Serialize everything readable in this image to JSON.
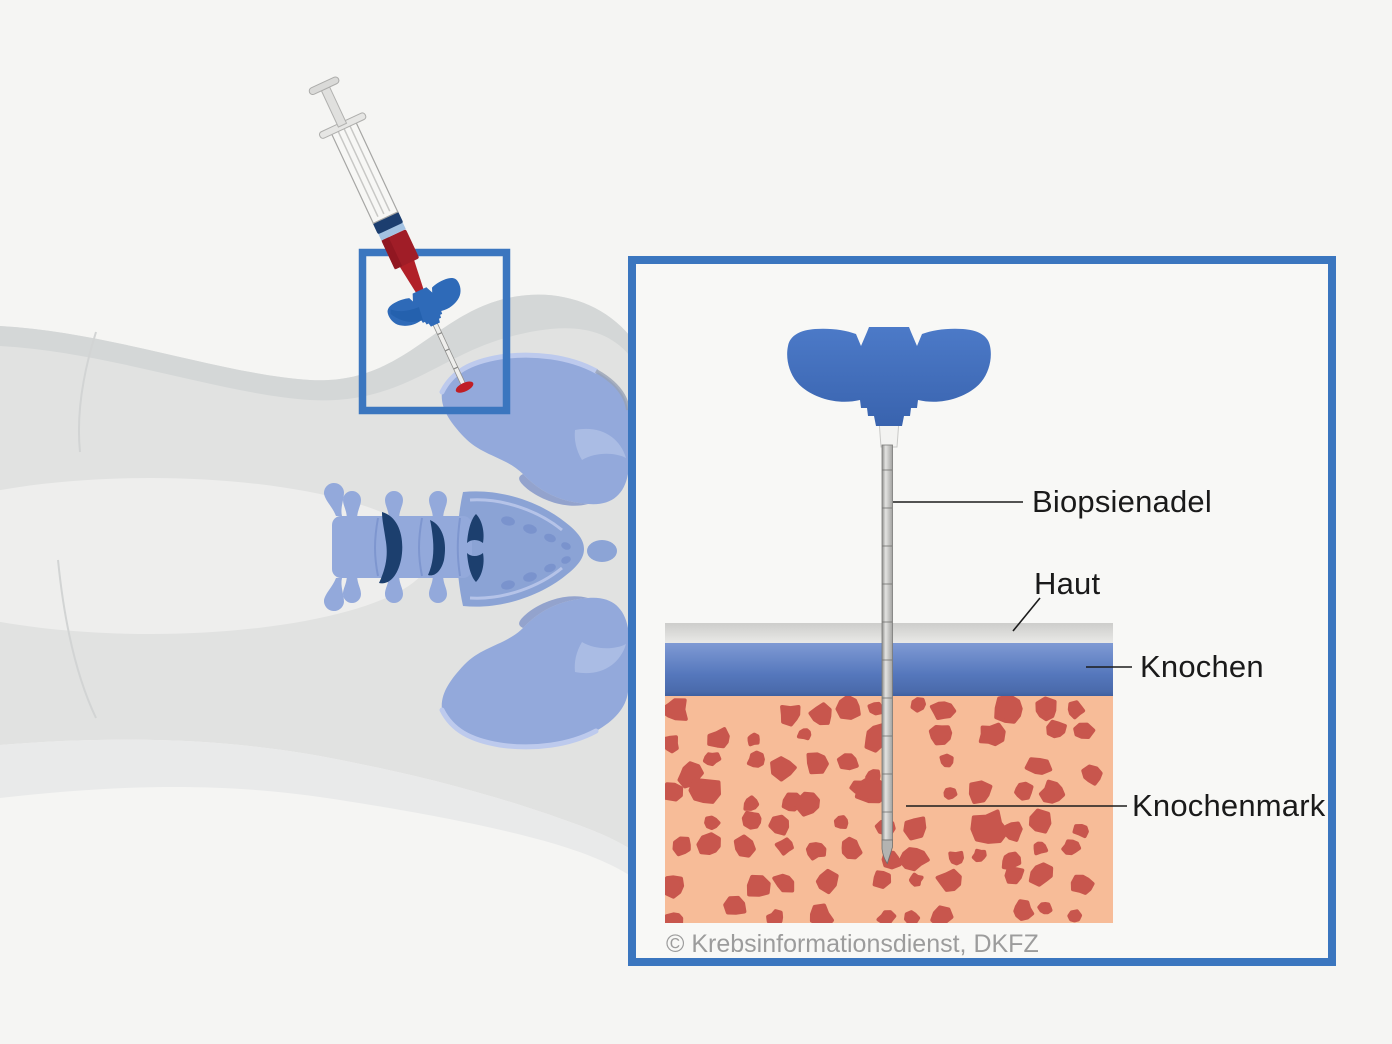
{
  "page": {
    "background": "#f5f5f3"
  },
  "overview": {
    "body_color": "#e1e2e1",
    "bone_color": "#93a9db",
    "disc_color": "#1c3f6e",
    "highlight_box_color": "#3b76bf",
    "syringe": {
      "barrel_band_navy": "#1c3e6f",
      "liquid_red": "#a01d27",
      "insertion_dot_red": "#c01e25"
    }
  },
  "inset": {
    "panel_border_color": "#3b76bf",
    "panel_background": "#f8f8f6",
    "labels": {
      "needle": "Biopsienadel",
      "skin": "Haut",
      "bone": "Knochen",
      "marrow": "Knochenmark"
    },
    "copyright": "© Krebsinformationsdienst, DKFZ",
    "colors": {
      "handle_blue": "#4376c5",
      "needle_gray": "#c6c6c4",
      "skin_gray": "#d8d8d6",
      "bone_blue": "#5c7ec0",
      "marrow_bg": "#f7bc98",
      "marrow_spot": "#c8564d",
      "label_text": "#1a1a1a",
      "copyright_text": "#9c9c9c"
    }
  }
}
